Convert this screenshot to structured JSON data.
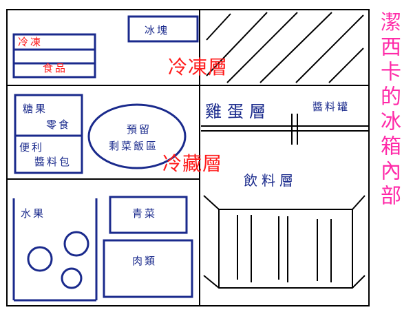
{
  "colors": {
    "outline": "#1a2a8c",
    "zone_label": "#ff1a1a",
    "title": "#ff2aa8",
    "frame": "#000000"
  },
  "freezer": {
    "label": "冷凍層",
    "ice_cube": "冰塊",
    "frozen_food_line1": "冷凍",
    "frozen_food_line2": "食品"
  },
  "refrigerator": {
    "label": "冷藏層",
    "candy": "糖果",
    "snacks": "零食",
    "convenience_line1": "便利",
    "convenience_line2": "醬料包",
    "leftovers_line1": "預留",
    "leftovers_line2": "剩菜飯區"
  },
  "door": {
    "egg_shelf": "雞蛋層",
    "sauce_jar": "醬料罐",
    "beverage_shelf": "飲料層"
  },
  "crisper": {
    "fruit": "水果",
    "vegetables": "青菜",
    "meat": "肉類"
  },
  "title": "潔西卡的冰箱內部"
}
